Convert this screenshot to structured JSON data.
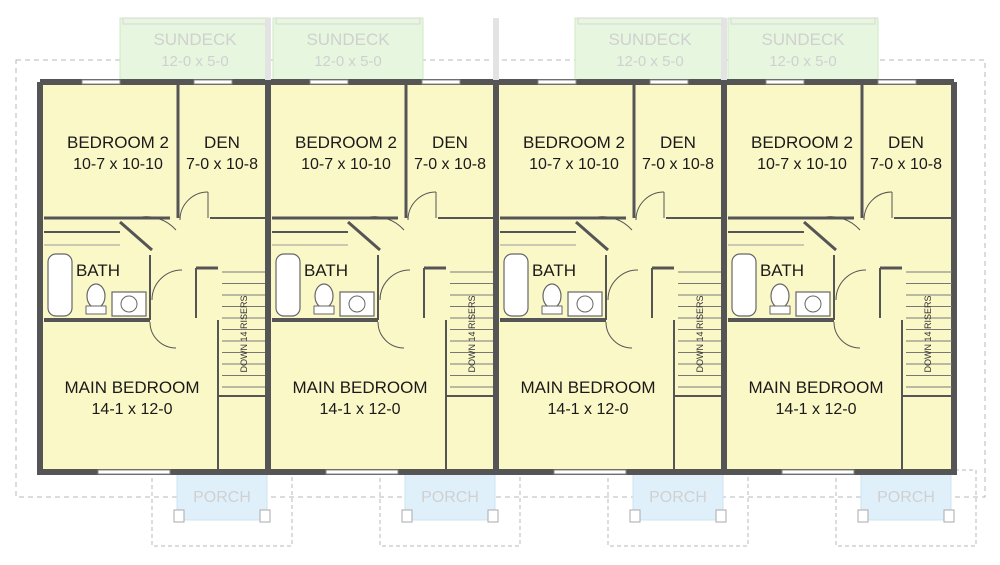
{
  "colors": {
    "floor": "#fbf8c8",
    "wall": "#555555",
    "sundeck": "#e7f7df",
    "porch": "#dff0fb",
    "ghostText": "#cfcfcf",
    "dashed": "#b9b9b9"
  },
  "units": [
    {
      "sundeck": {
        "name": "SUNDECK",
        "size": "12-0 x 5-0"
      },
      "bedroom2": {
        "name": "BEDROOM 2",
        "size": "10-7 x 10-10"
      },
      "den": {
        "name": "DEN",
        "size": "7-0 x 10-8"
      },
      "bath": {
        "name": "BATH"
      },
      "stairs": {
        "label": "DOWN 14 RISERS"
      },
      "main": {
        "name": "MAIN BEDROOM",
        "size": "14-1 x 12-0"
      },
      "porch": {
        "name": "PORCH"
      }
    },
    {
      "sundeck": {
        "name": "SUNDECK",
        "size": "12-0 x 5-0"
      },
      "bedroom2": {
        "name": "BEDROOM 2",
        "size": "10-7 x 10-10"
      },
      "den": {
        "name": "DEN",
        "size": "7-0 x 10-8"
      },
      "bath": {
        "name": "BATH"
      },
      "stairs": {
        "label": "DOWN 14 RISERS"
      },
      "main": {
        "name": "MAIN BEDROOM",
        "size": "14-1 x 12-0"
      },
      "porch": {
        "name": "PORCH"
      }
    },
    {
      "sundeck": {
        "name": "SUNDECK",
        "size": "12-0 x 5-0"
      },
      "bedroom2": {
        "name": "BEDROOM 2",
        "size": "10-7 x 10-10"
      },
      "den": {
        "name": "DEN",
        "size": "7-0 x 10-8"
      },
      "bath": {
        "name": "BATH"
      },
      "stairs": {
        "label": "DOWN 14 RISERS"
      },
      "main": {
        "name": "MAIN BEDROOM",
        "size": "14-1 x 12-0"
      },
      "porch": {
        "name": "PORCH"
      }
    },
    {
      "sundeck": {
        "name": "SUNDECK",
        "size": "12-0 x 5-0"
      },
      "bedroom2": {
        "name": "BEDROOM 2",
        "size": "10-7 x 10-10"
      },
      "den": {
        "name": "DEN",
        "size": "7-0 x 10-8"
      },
      "bath": {
        "name": "BATH"
      },
      "stairs": {
        "label": "DOWN 14 RISERS"
      },
      "main": {
        "name": "MAIN BEDROOM",
        "size": "14-1 x 12-0"
      },
      "porch": {
        "name": "PORCH"
      }
    }
  ]
}
